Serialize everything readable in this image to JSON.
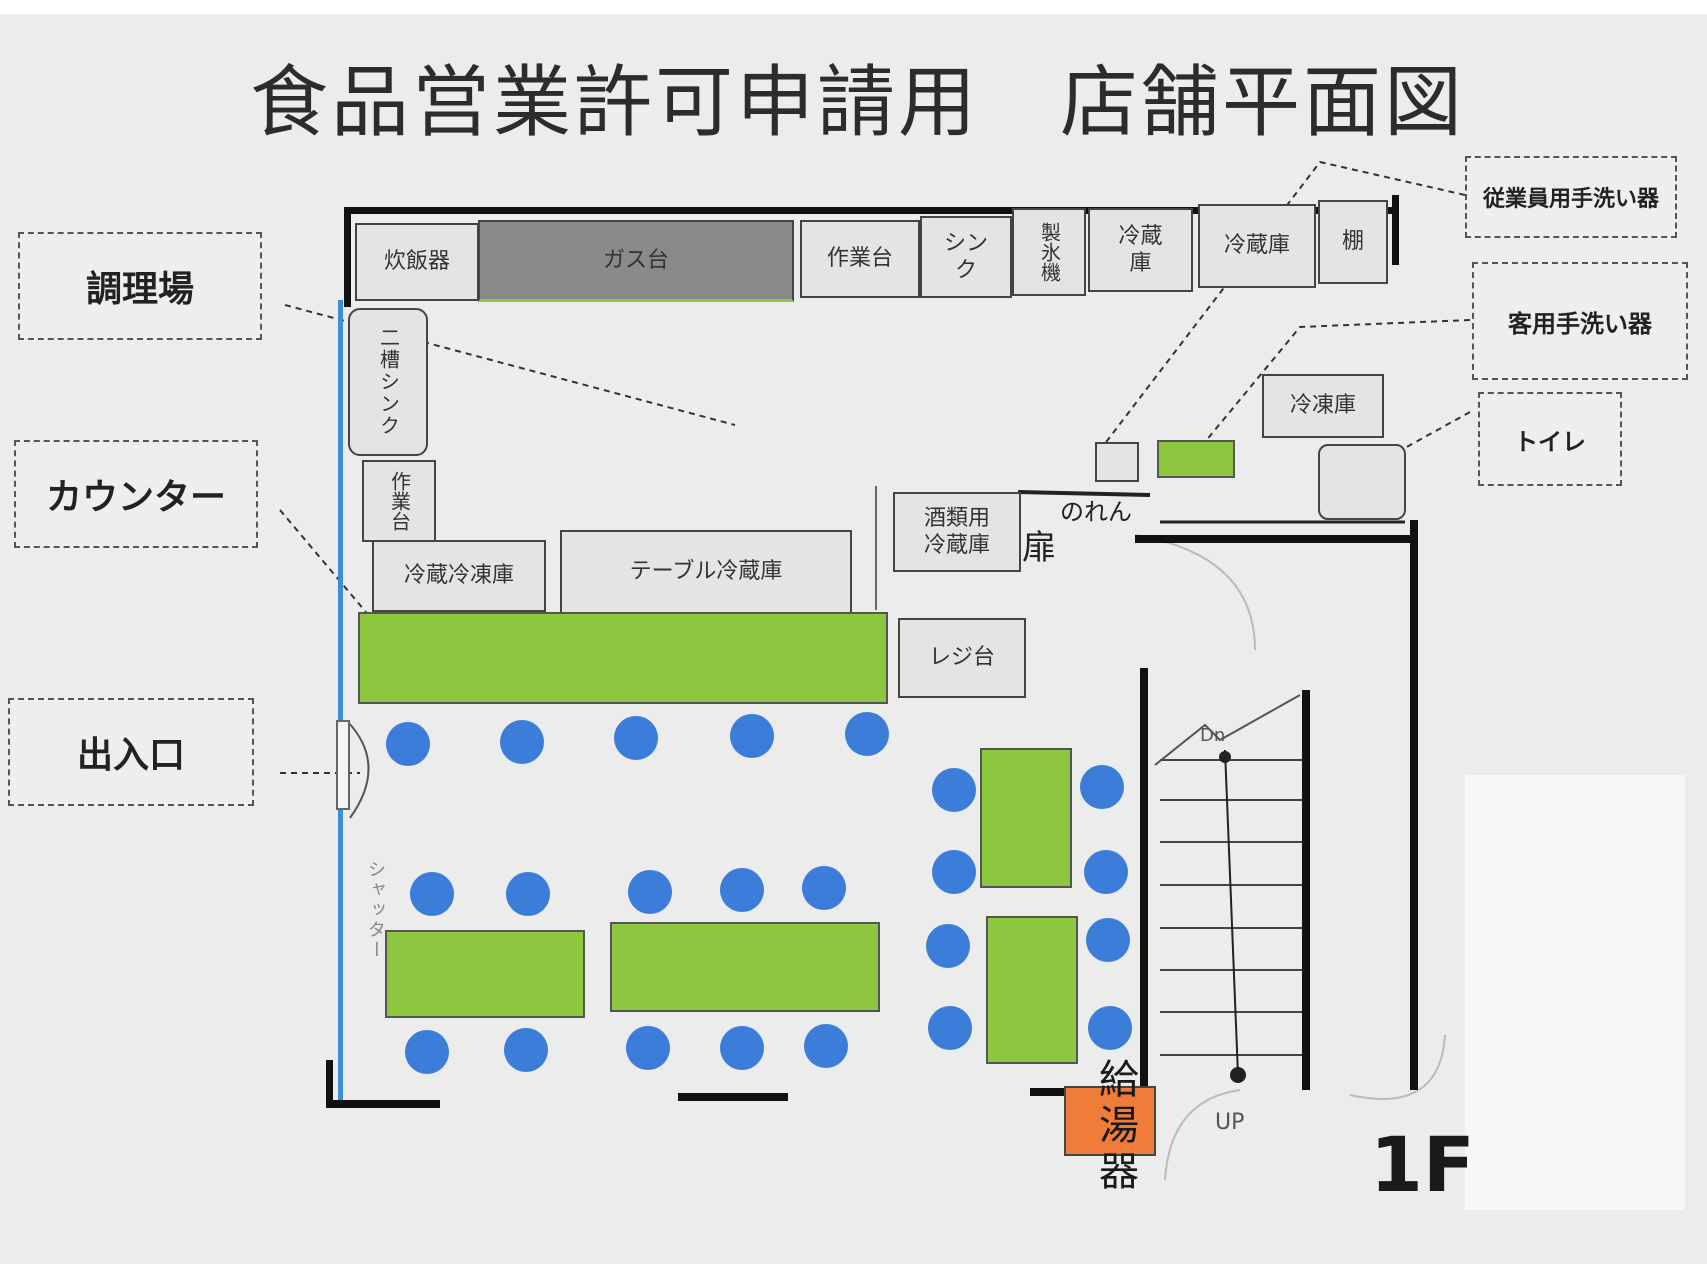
{
  "title": "食品営業許可申請用　店舗平面図",
  "floor_label": "1F",
  "callouts": {
    "kitchen": "調理場",
    "counter": "カウンター",
    "entrance": "出入口",
    "staff_handwash": "従業員用手洗い器",
    "guest_handwash": "客用手洗い器",
    "toilet": "トイレ"
  },
  "equipment": {
    "rice_cooker": "炊飯器",
    "gas_stove": "ガス台",
    "work_table_top": "作業台",
    "sink": "シンク",
    "ice_maker": "製氷機",
    "fridge_1": "冷蔵庫",
    "fridge_2": "冷蔵庫",
    "shelf": "棚",
    "double_sink": "二槽シンク",
    "work_table_side": "作業台",
    "fridge_freezer": "冷蔵冷凍庫",
    "table_fridge": "テーブル冷蔵庫",
    "liquor_fridge": "酒類用冷蔵庫",
    "register": "レジ台",
    "freezer": "冷凍庫",
    "water_heater": "給湯器"
  },
  "handwritten": {
    "door": "扉",
    "noren": "のれん",
    "shutter": "シャッター",
    "down": "Dn",
    "up": "UP"
  },
  "colors": {
    "table_green": "#8dc63f",
    "seat_blue": "#3b7dd8",
    "gas_stove_gray": "#8a8a8a",
    "water_heater_orange": "#f07c3a",
    "wall": "#111111",
    "entrance_wall": "#3a8fd8"
  }
}
